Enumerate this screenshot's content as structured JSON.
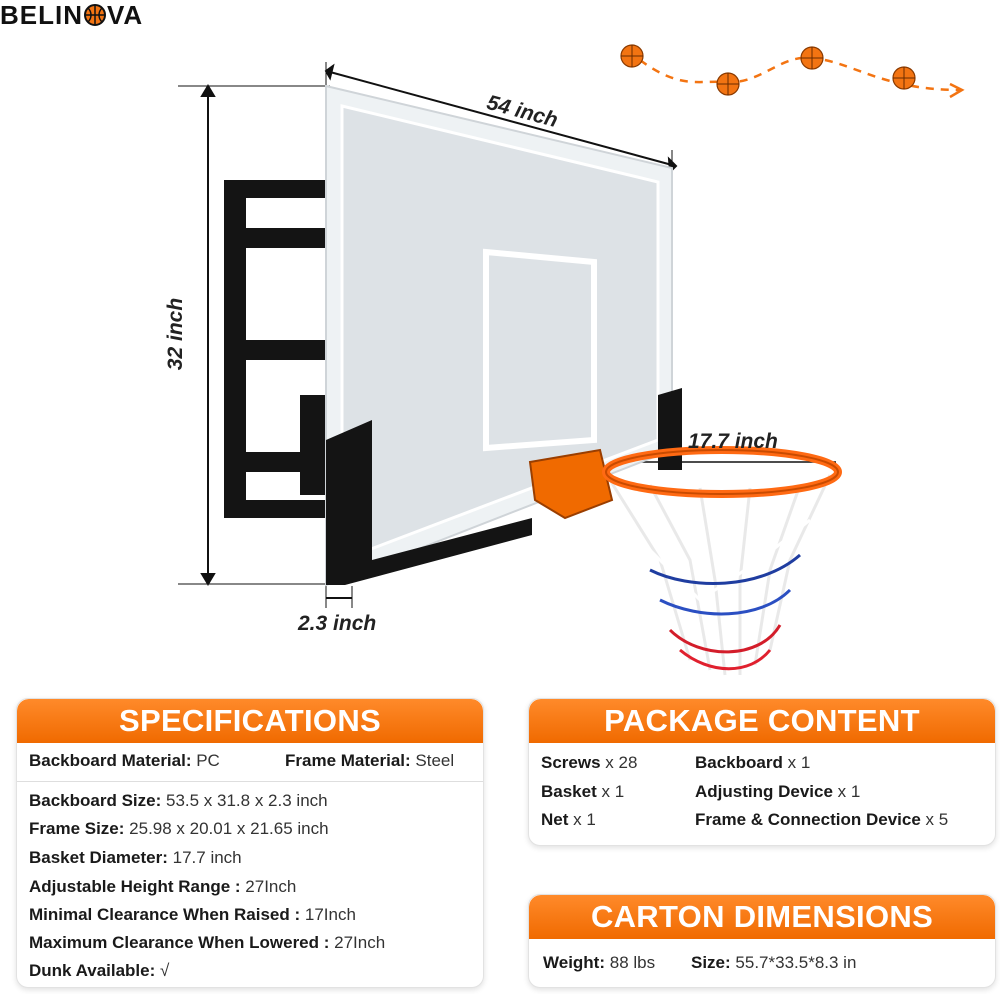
{
  "brand": {
    "prefix": "BELIN",
    "suffix": "VA"
  },
  "dimensions": {
    "width": "54 inch",
    "height": "32 inch",
    "depth": "2.3 inch",
    "rim": "17.7 inch"
  },
  "colors": {
    "accent": "#f37412",
    "frame": "#111111",
    "rim": "#ff6a13"
  },
  "specifications": {
    "title": "SPECIFICATIONS",
    "top": [
      {
        "label": "Backboard Material:",
        "value": " PC"
      },
      {
        "label": "Frame Material:",
        "value": " Steel"
      }
    ],
    "items": [
      {
        "label": "Backboard Size:",
        "value": " 53.5 x 31.8 x 2.3 inch"
      },
      {
        "label": "Frame Size:",
        "value": " 25.98 x 20.01 x 21.65 inch"
      },
      {
        "label": "Basket Diameter:",
        "value": " 17.7 inch"
      },
      {
        "label": "Adjustable Height Range :",
        "value": " 27Inch"
      },
      {
        "label": "Minimal Clearance When Raised :",
        "value": " 17Inch"
      },
      {
        "label": "Maximum Clearance When Lowered :",
        "value": " 27Inch"
      },
      {
        "label": "Dunk Available:",
        "value": " √"
      }
    ]
  },
  "package": {
    "title": "PACKAGE CONTENT",
    "left": [
      {
        "label": "Screws",
        "value": " x 28"
      },
      {
        "label": "Basket",
        "value": " x 1"
      },
      {
        "label": "Net",
        "value": " x 1"
      }
    ],
    "right": [
      {
        "label": "Backboard",
        "value": " x 1"
      },
      {
        "label": "Adjusting Device",
        "value": " x 1"
      },
      {
        "label": "Frame & Connection Device",
        "value": " x 5"
      }
    ]
  },
  "carton": {
    "title": "CARTON DIMENSIONS",
    "weight_label": "Weight:",
    "weight_value": " 88 lbs",
    "size_label": "Size:",
    "size_value": " 55.7*33.5*8.3 in"
  }
}
